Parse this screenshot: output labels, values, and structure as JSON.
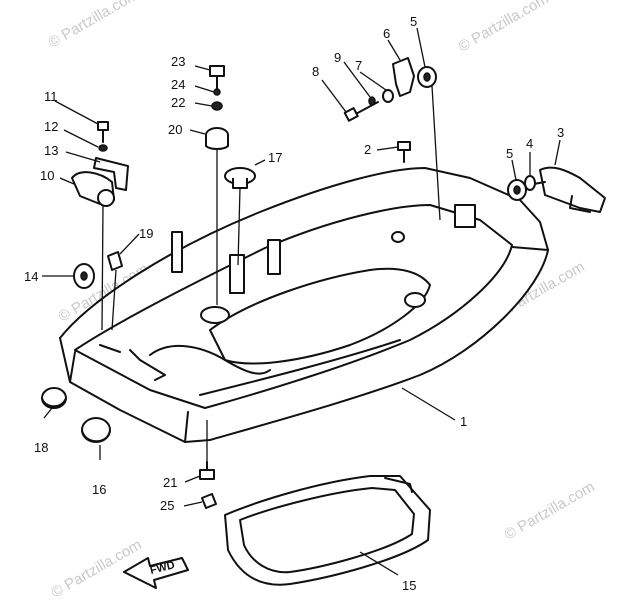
{
  "watermark": "© Partzilla.com",
  "fwd_label": "FWD",
  "callouts": {
    "c1": "1",
    "c2": "2",
    "c3": "3",
    "c4": "4",
    "c5a": "5",
    "c5b": "5",
    "c6": "6",
    "c7": "7",
    "c8": "8",
    "c9": "9",
    "c10": "10",
    "c11": "11",
    "c12": "12",
    "c13": "13",
    "c14": "14",
    "c15": "15",
    "c16": "16",
    "c17": "17",
    "c18": "18",
    "c19": "19",
    "c20": "20",
    "c21": "21",
    "c22": "22",
    "c23": "23",
    "c24": "24",
    "c25": "25"
  }
}
